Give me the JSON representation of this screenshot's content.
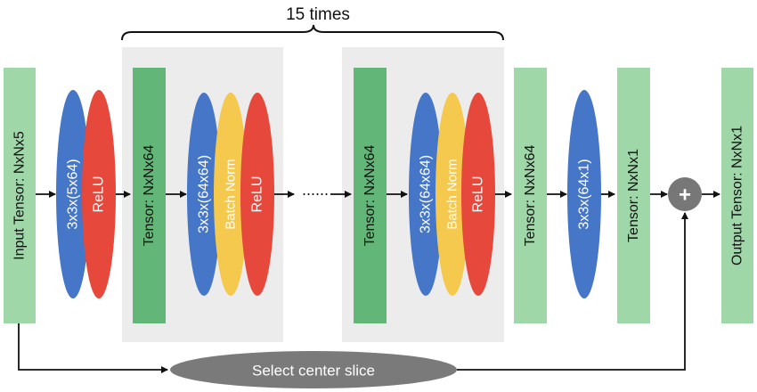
{
  "header": {
    "repeat_label": "15 times"
  },
  "colors": {
    "tensor": "#9fd7a9",
    "tensor_dark": "#62b778",
    "conv": "#4576c8",
    "relu": "#e6483b",
    "bnorm": "#f5c94d",
    "group_bg": "#ececec",
    "op_gray": "#777777",
    "line": "#111111"
  },
  "blocks": {
    "input_tensor": "Input Tensor: NxNx5",
    "conv_in": "3x3x(5x64)",
    "relu_in": "ReLU",
    "tensor_a": "Tensor: NxNx64",
    "conv_a": "3x3x(64x64)",
    "bnorm_a": "Batch Norm",
    "relu_a": "ReLU",
    "ellipsis": "......",
    "tensor_b": "Tensor: NxNx64",
    "conv_b": "3x3x(64x64)",
    "bnorm_b": "Batch Norm",
    "relu_b": "ReLU",
    "tensor_c": "Tensor: NxNx64",
    "conv_out": "3x3x(64x1)",
    "tensor_d": "Tensor: NxNx1",
    "plus_symbol": "+",
    "output_tensor": "Output Tensor: NxNx1"
  },
  "skip": {
    "label": "Select center slice"
  },
  "icons": {
    "add_node": "plus-circle-icon"
  }
}
